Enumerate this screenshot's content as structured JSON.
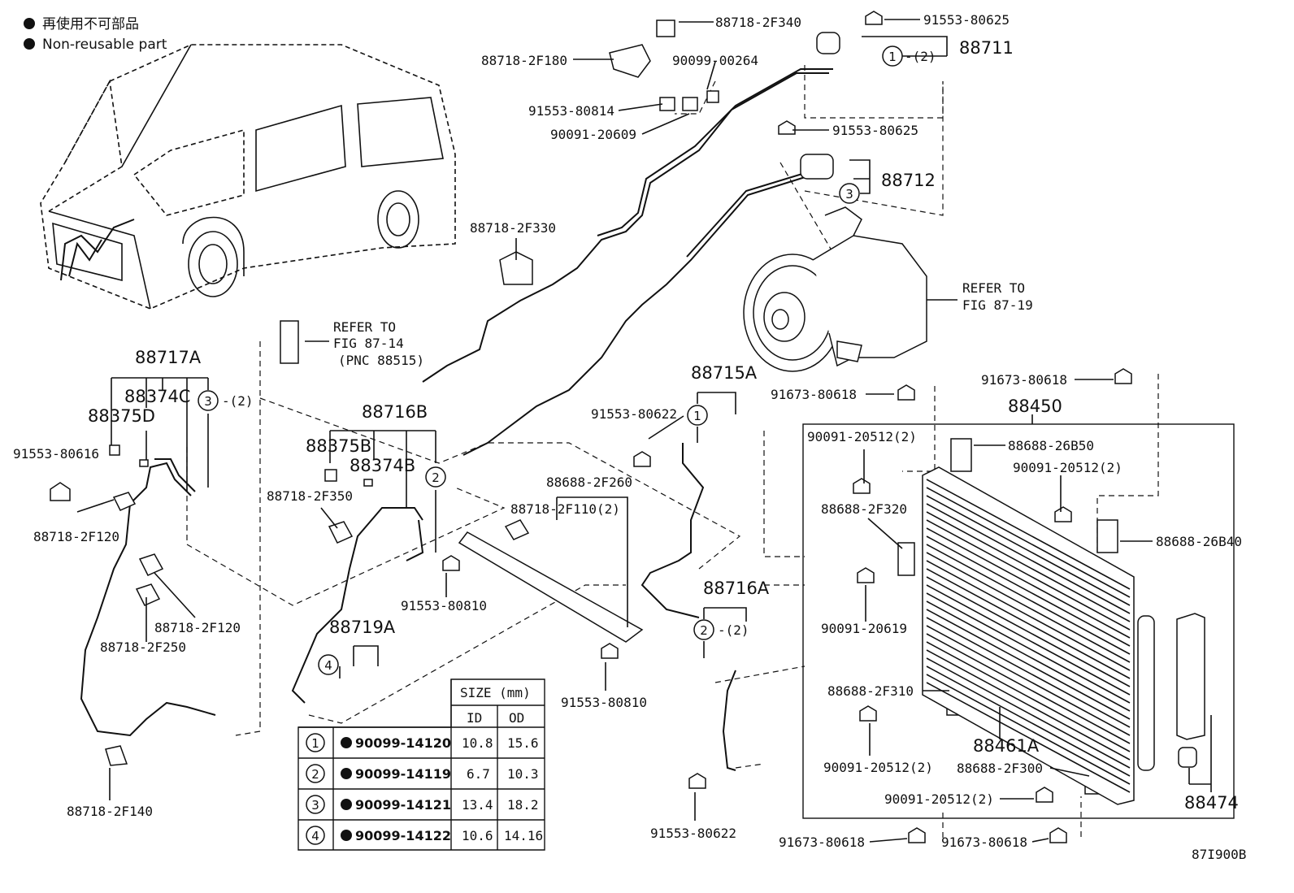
{
  "legend": {
    "jp": "再使用不可部品",
    "en": "Non-reusable part"
  },
  "labels": {
    "p88718_2F340": "88718-2F340",
    "p91553_80625a": "91553-80625",
    "p88711": "88711",
    "p88711_qty": "-(2)",
    "p88718_2F180": "88718-2F180",
    "p90099_00264": "90099-00264",
    "p91553_80814": "91553-80814",
    "p90091_20609": "90091-20609",
    "p91553_80625b": "91553-80625",
    "p88712": "88712",
    "p88718_2F330": "88718-2F330",
    "refer1_a": "REFER TO",
    "refer1_b": "FIG 87-19",
    "refer2_a": "REFER TO",
    "refer2_b": "FIG 87-14",
    "refer2_c": "(PNC 88515)",
    "p88717A": "88717A",
    "p88374C": "88374C",
    "p88375D": "88375D",
    "p88717A_qty": "-(2)",
    "p91553_80616": "91553-80616",
    "p88718_2F120a": "88718-2F120",
    "p88718_2F120b": "88718-2F120",
    "p88718_2F250": "88718-2F250",
    "p88718_2F140": "88718-2F140",
    "p88716B": "88716B",
    "p88375B": "88375B",
    "p88374B": "88374B",
    "p88718_2F350": "88718-2F350",
    "p88719A": "88719A",
    "p91553_80810a": "91553-80810",
    "p88688_2F260": "88688-2F260",
    "p88718_2F110": "88718-2F110(2)",
    "p91553_80810b": "91553-80810",
    "p88715A": "88715A",
    "p91553_80622a": "91553-80622",
    "p88716A": "88716A",
    "p88716A_qty": "-(2)",
    "p91553_80622b": "91553-80622",
    "p91673_80618a": "91673-80618",
    "p91673_80618b": "91673-80618",
    "p88450": "88450",
    "p90091_20512a": "90091-20512(2)",
    "p88688_26B50": "88688-26B50",
    "p90091_20512b": "90091-20512(2)",
    "p88688_2F320": "88688-2F320",
    "p88688_26B40": "88688-26B40",
    "p90091_20619": "90091-20619",
    "p88688_2F310": "88688-2F310",
    "p88461A": "88461A",
    "p90091_20512c": "90091-20512(2)",
    "p88688_2F300": "88688-2F300",
    "p88474": "88474",
    "p90091_20512d": "90091-20512(2)",
    "p91673_80618c": "91673-80618",
    "p91673_80618d": "91673-80618",
    "fig_code": "87I900B"
  },
  "circle_refs": {
    "c1": "1",
    "c2": "2",
    "c3": "3",
    "c4": "4"
  },
  "table": {
    "size_header": "SIZE (mm)",
    "id_header": "ID",
    "od_header": "OD",
    "rows": [
      {
        "ref": "1",
        "part": "90099-14120",
        "id": "10.8",
        "od": "15.6"
      },
      {
        "ref": "2",
        "part": "90099-14119",
        "id": "6.7",
        "od": "10.3"
      },
      {
        "ref": "3",
        "part": "90099-14121",
        "id": "13.4",
        "od": "18.2"
      },
      {
        "ref": "4",
        "part": "90099-14122",
        "id": "10.6",
        "od": "14.16"
      }
    ]
  }
}
